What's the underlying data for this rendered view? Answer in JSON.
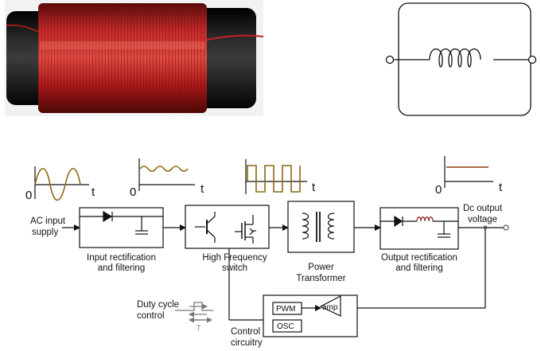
{
  "photo": {
    "subject": "inductor-coil-photo",
    "wire_color": "#b01c1c",
    "core_color": "#0f0f0f"
  },
  "symbol": {
    "subject": "inductor-circuit-symbol"
  },
  "diagram": {
    "input_label_1": "AC input",
    "input_label_2": "supply",
    "output_label_1": "Dc output",
    "output_label_2": "voltage",
    "stage1_label_1": "Input rectification",
    "stage1_label_2": "and filtering",
    "stage2_label_1": "High Frequency",
    "stage2_label_2": "switch",
    "stage3_label_1": "Power",
    "stage3_label_2": "Transformer",
    "stage4_label_1": "Output rectification",
    "stage4_label_2": "and filtering",
    "control_label_1": "Control",
    "control_label_2": "circuitry",
    "duty_label_1": "Duty cycle",
    "duty_label_2": "control",
    "pwm": "PWM",
    "osc": "OSC",
    "amp": "amp",
    "period": "T",
    "waveform_origin": "0",
    "waveform_time": "t",
    "waveform_color": "#8b6914",
    "output_waveform_color": "#a0522d"
  }
}
